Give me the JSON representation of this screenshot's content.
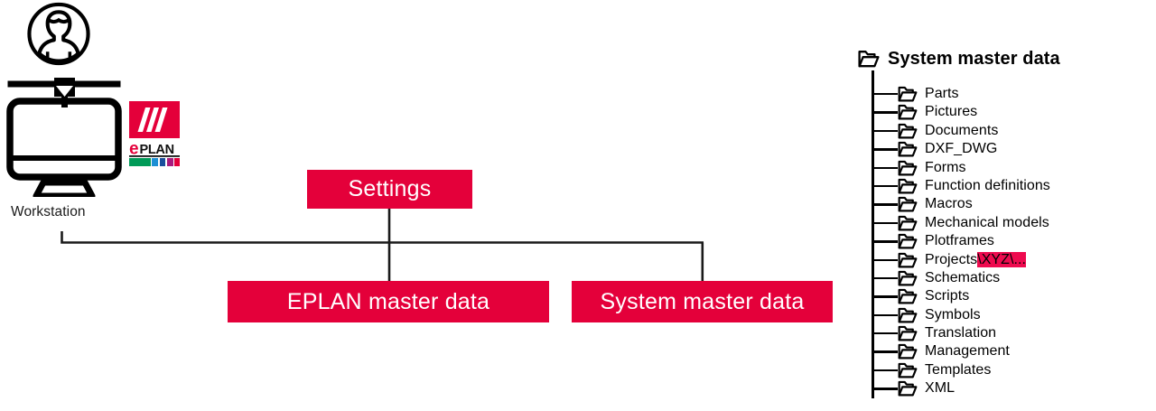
{
  "workstation": {
    "label": "Workstation",
    "avatar_icon": "user-avatar-icon",
    "monitor_icon": "desktop-monitor-icon",
    "logo": {
      "name": "eplan-logo",
      "wordmark": "ePLAN",
      "wordmark_e": "e",
      "wordmark_plan": "PLAN",
      "mark_color": "#E4003A",
      "colorbar": [
        "#009B58",
        "#1C8FD4",
        "#1A4F9C",
        "#A81A7D",
        "#E4003A"
      ]
    }
  },
  "diagram": {
    "accent_color": "#E4003A",
    "line_color": "#1a1a1a",
    "nodes": [
      {
        "id": "settings",
        "label": "Settings"
      },
      {
        "id": "eplan-master-data",
        "label": "EPLAN master data"
      },
      {
        "id": "system-master-data",
        "label": "System master data"
      }
    ]
  },
  "folder_tree": {
    "root": {
      "label": "System master data",
      "icon": "folder-icon"
    },
    "highlight_color": "#EE0B4F",
    "items": [
      {
        "label": "Parts",
        "icon": "folder-icon"
      },
      {
        "label": "Pictures",
        "icon": "folder-icon"
      },
      {
        "label": "Documents",
        "icon": "folder-icon"
      },
      {
        "label": "DXF_DWG",
        "icon": "folder-icon"
      },
      {
        "label": "Forms",
        "icon": "folder-icon"
      },
      {
        "label": "Function definitions",
        "icon": "folder-icon"
      },
      {
        "label": "Macros",
        "icon": "folder-icon"
      },
      {
        "label": "Mechanical models",
        "icon": "folder-icon"
      },
      {
        "label": "Plotframes",
        "icon": "folder-icon"
      },
      {
        "label": "Projects",
        "icon": "folder-icon",
        "highlight": "\\XYZ\\..."
      },
      {
        "label": "Schematics",
        "icon": "folder-icon"
      },
      {
        "label": "Scripts",
        "icon": "folder-icon"
      },
      {
        "label": "Symbols",
        "icon": "folder-icon"
      },
      {
        "label": "Translation",
        "icon": "folder-icon"
      },
      {
        "label": "Management",
        "icon": "folder-icon"
      },
      {
        "label": "Templates",
        "icon": "folder-icon"
      },
      {
        "label": "XML",
        "icon": "folder-icon"
      }
    ]
  }
}
